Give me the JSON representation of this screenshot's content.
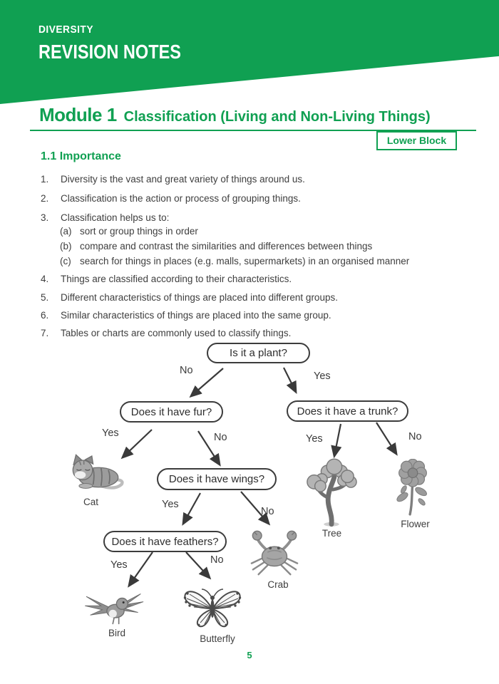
{
  "header": {
    "eyebrow": "DIVERSITY",
    "title": "REVISION NOTES"
  },
  "module": {
    "label": "Module 1",
    "title": "Classification (Living and Non-Living Things)",
    "badge": "Lower Block"
  },
  "section_heading": "1.1 Importance",
  "list": [
    {
      "num": "1.",
      "text": "Diversity is the vast and great variety of things around us."
    },
    {
      "num": "2.",
      "text": "Classification is the action or process of grouping things."
    },
    {
      "num": "3.",
      "text": "Classification helps us to:"
    },
    {
      "num": "(a)",
      "text": "sort or group things in order"
    },
    {
      "num": "(b)",
      "text": "compare and contrast the similarities and differences between things"
    },
    {
      "num": "(c)",
      "text": "search for things in places (e.g. malls, supermarkets) in an organised manner"
    },
    {
      "num": "4.",
      "text": "Things are classified according to their characteristics."
    },
    {
      "num": "5.",
      "text": "Different characteristics of things are placed into different groups."
    },
    {
      "num": "6.",
      "text": "Similar characteristics of things are placed into the same group."
    },
    {
      "num": "7.",
      "text": "Tables or charts are commonly used to classify things."
    }
  ],
  "flowchart": {
    "questions": {
      "plant": "Is it a plant?",
      "fur": "Does it have fur?",
      "trunk": "Does it have a trunk?",
      "wings": "Does it have wings?",
      "feathers": "Does it have feathers?"
    },
    "answers": {
      "yes": "Yes",
      "no": "No"
    },
    "leaves": {
      "cat": "Cat",
      "tree": "Tree",
      "flower": "Flower",
      "crab": "Crab",
      "bird": "Bird",
      "butterfly": "Butterfly"
    }
  },
  "page_number": "5",
  "colors": {
    "brand_green": "#10a052",
    "text_dark": "#3e3e3e",
    "line_dark": "#3a3a3a"
  }
}
